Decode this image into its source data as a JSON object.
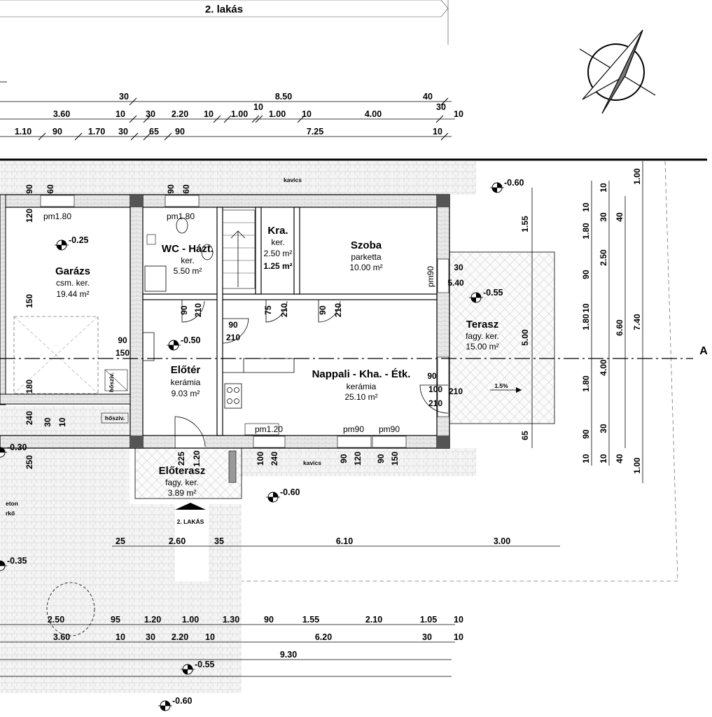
{
  "header": {
    "title": "2. lakás"
  },
  "rooms": {
    "garage": {
      "name": "Garázs",
      "finish": "csm. ker.",
      "area": "19.44 m²"
    },
    "wc": {
      "name": "WC - Házt.",
      "finish": "ker.",
      "area": "5.50 m²"
    },
    "pantry": {
      "name": "Kra.",
      "finish": "ker.",
      "area1": "2.50 m²",
      "area2": "1.25 m²"
    },
    "bedroom": {
      "name": "Szoba",
      "finish": "parketta",
      "area": "10.00 m²"
    },
    "hall": {
      "name": "Előtér",
      "finish": "kerámia",
      "area": "9.03 m²"
    },
    "living": {
      "name": "Nappali - Kha. - Étk.",
      "finish": "kerámia",
      "area": "25.10 m²"
    },
    "terrace": {
      "name": "Terasz",
      "finish": "fagy. ker.",
      "area": "15.00 m²"
    },
    "porch": {
      "name": "Előterasz",
      "finish": "fagy. ker.",
      "area": "3.89 m²"
    }
  },
  "levels": [
    "-0.25",
    "-0.50",
    "-0.55",
    "-0.60",
    "-0.60",
    "-0.30",
    "-0.35",
    "-0.55",
    "-0.60"
  ],
  "surface_labels": {
    "gravel_top": "kavics",
    "gravel_bottom": "kavics",
    "heater": "hősziv.",
    "concrete_1": "eton",
    "concrete_2": "rkő"
  },
  "openings": [
    "pm1.80",
    "pm1.80",
    "pm1.20",
    "pm90",
    "pm90",
    "pm90"
  ],
  "slope": "1.5%",
  "entrance": "2. LAKÁS",
  "section_mark": "A",
  "dims_top": {
    "row1": [
      "30",
      "8.50",
      "40"
    ],
    "row2": [
      "3.60",
      "10",
      "30",
      "2.20",
      "10",
      "1.00",
      "10",
      "1.00",
      "10",
      "4.00",
      "30",
      "10"
    ],
    "row3": [
      "1.10",
      "90",
      "1.70",
      "30",
      "65",
      "90",
      "7.25",
      "10"
    ]
  },
  "dims_mid": [
    "25",
    "2.60",
    "35",
    "6.10",
    "3.00"
  ],
  "dims_bottom": {
    "row1": [
      "2.50",
      "95",
      "1.20",
      "1.00",
      "1.30",
      "90",
      "1.55",
      "2.10",
      "1.05",
      "10"
    ],
    "row2": [
      "3.60",
      "10",
      "30",
      "2.20",
      "10",
      "6.20",
      "30",
      "10"
    ],
    "row3": [
      "9.30"
    ]
  },
  "dims_right": {
    "col1": [
      "10",
      "1.80",
      "90",
      "10",
      "1.80",
      "1.80",
      "90",
      "10"
    ],
    "col2": [
      "10",
      "30",
      "2.50",
      "4.00",
      "30",
      "10"
    ],
    "col3": [
      "40",
      "6.60",
      "40"
    ],
    "col4": [
      "1.00",
      "7.40",
      "1.00"
    ],
    "terrace": [
      "1.55",
      "5.00",
      "65"
    ]
  },
  "door_dims": [
    "90",
    "60",
    "90",
    "60",
    "90",
    "210",
    "75",
    "210",
    "90",
    "210",
    "90",
    "210",
    "90",
    "150",
    "100",
    "210",
    "180",
    "240",
    "30",
    "10",
    "250",
    "225",
    "1.20",
    "100",
    "240",
    "90",
    "120",
    "90",
    "150",
    "120",
    "150",
    "30",
    "5.40",
    "90",
    "210"
  ]
}
